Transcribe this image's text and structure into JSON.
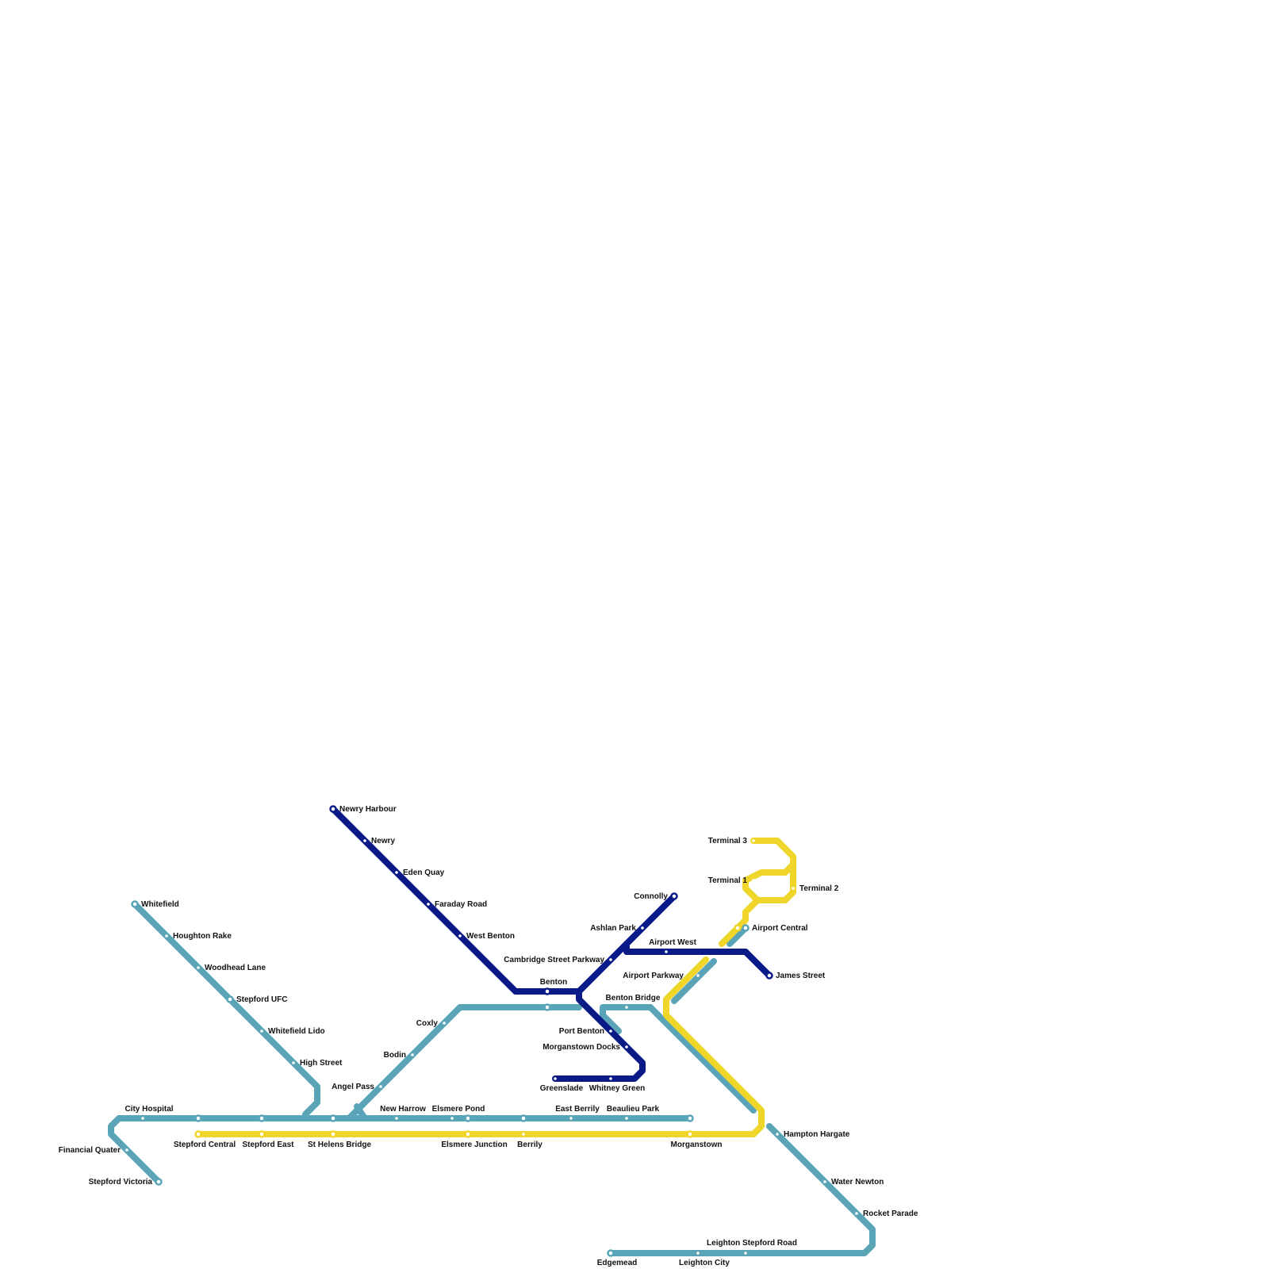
{
  "lines": [
    {
      "id": "teal",
      "color": "#5aa4b8"
    },
    {
      "id": "navy",
      "color": "#0a1a86"
    },
    {
      "id": "yellow",
      "color": "#f0d62a"
    }
  ],
  "stations": [
    {
      "id": "newry-harbour",
      "name": "Newry Harbour"
    },
    {
      "id": "newry",
      "name": "Newry"
    },
    {
      "id": "eden-quay",
      "name": "Eden Quay"
    },
    {
      "id": "faraday-road",
      "name": "Faraday Road"
    },
    {
      "id": "west-benton",
      "name": "West Benton"
    },
    {
      "id": "benton",
      "name": "Benton"
    },
    {
      "id": "cambridge-street-parkway",
      "name": "Cambridge Street Parkway"
    },
    {
      "id": "ashlan-park",
      "name": "Ashlan Park"
    },
    {
      "id": "connolly",
      "name": "Connolly"
    },
    {
      "id": "airport-west",
      "name": "Airport West"
    },
    {
      "id": "james-street",
      "name": "James Street"
    },
    {
      "id": "port-benton",
      "name": "Port Benton"
    },
    {
      "id": "morganstown-docks",
      "name": "Morganstown Docks"
    },
    {
      "id": "greenslade",
      "name": "Greenslade"
    },
    {
      "id": "whitney-green",
      "name": "Whitney Green"
    },
    {
      "id": "terminal-3",
      "name": "Terminal 3"
    },
    {
      "id": "terminal-1",
      "name": "Terminal 1"
    },
    {
      "id": "terminal-2",
      "name": "Terminal 2"
    },
    {
      "id": "airport-central",
      "name": "Airport Central"
    },
    {
      "id": "airport-parkway",
      "name": "Airport Parkway"
    },
    {
      "id": "benton-bridge",
      "name": "Benton Bridge"
    },
    {
      "id": "whitefield",
      "name": "Whitefield"
    },
    {
      "id": "houghton-rake",
      "name": "Houghton Rake"
    },
    {
      "id": "woodhead-lane",
      "name": "Woodhead Lane"
    },
    {
      "id": "stepford-ufc",
      "name": "Stepford UFC"
    },
    {
      "id": "whitefield-lido",
      "name": "Whitefield Lido"
    },
    {
      "id": "high-street",
      "name": "High Street"
    },
    {
      "id": "coxly",
      "name": "Coxly"
    },
    {
      "id": "bodin",
      "name": "Bodin"
    },
    {
      "id": "angel-pass",
      "name": "Angel Pass"
    },
    {
      "id": "city-hospital",
      "name": "City Hospital"
    },
    {
      "id": "new-harrow",
      "name": "New Harrow"
    },
    {
      "id": "elsmere-pond",
      "name": "Elsmere Pond"
    },
    {
      "id": "east-berrily",
      "name": "East Berrily"
    },
    {
      "id": "beaulieu-park",
      "name": "Beaulieu Park"
    },
    {
      "id": "financial-quater",
      "name": "Financial Quater"
    },
    {
      "id": "stepford-victoria",
      "name": "Stepford Victoria"
    },
    {
      "id": "stepford-central",
      "name": "Stepford Central"
    },
    {
      "id": "stepford-east",
      "name": "Stepford East"
    },
    {
      "id": "st-helens-bridge",
      "name": "St Helens Bridge"
    },
    {
      "id": "elsmere-junction",
      "name": "Elsmere Junction"
    },
    {
      "id": "berrily",
      "name": "Berrily"
    },
    {
      "id": "morganstown",
      "name": "Morganstown"
    },
    {
      "id": "hampton-hargate",
      "name": "Hampton Hargate"
    },
    {
      "id": "water-newton",
      "name": "Water Newton"
    },
    {
      "id": "rocket-parade",
      "name": "Rocket Parade"
    },
    {
      "id": "leighton-stepford-road",
      "name": "Leighton Stepford Road"
    },
    {
      "id": "edgemead",
      "name": "Edgemead"
    },
    {
      "id": "leighton-city",
      "name": "Leighton City"
    }
  ]
}
